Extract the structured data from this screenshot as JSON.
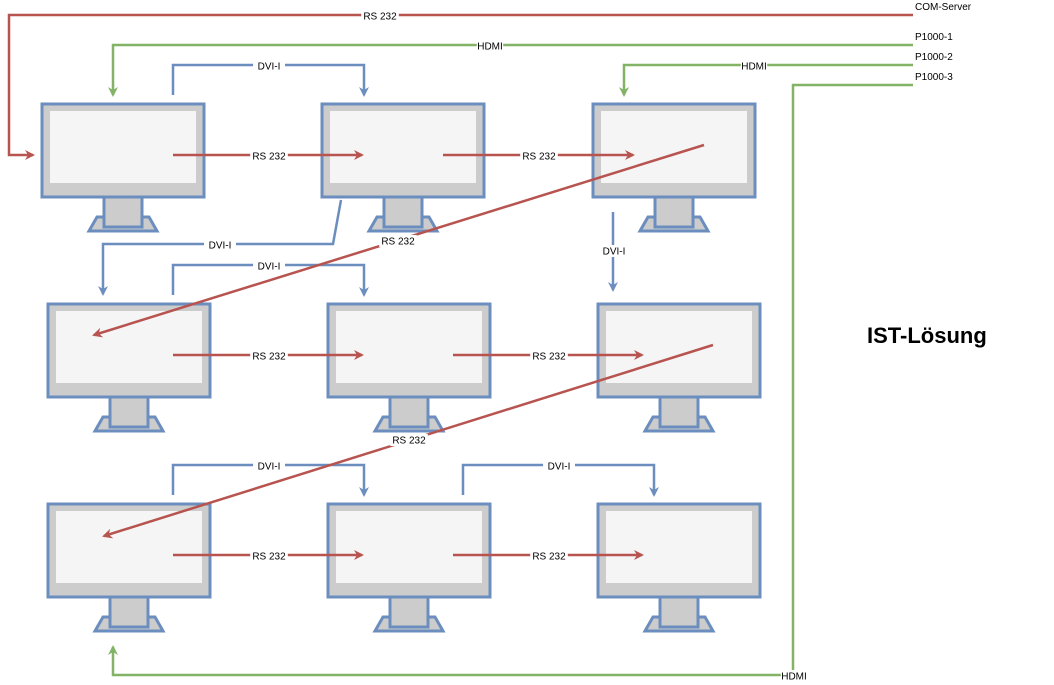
{
  "title": "IST-Lösung",
  "colors": {
    "rs232": "#b85450",
    "dvi": "#6c8ebf",
    "hdmi": "#82b366",
    "monitor_frame": "#6c8ebf",
    "monitor_screen": "#f5f5f5",
    "monitor_stand": "#cccccc"
  },
  "sources": {
    "com_server": "COM-Server",
    "p1000_1": "P1000-1",
    "p1000_2": "P1000-2",
    "p1000_3": "P1000-3"
  },
  "labels": {
    "rs232": "RS 232",
    "dvi": "DVI-I",
    "hdmi": "HDMI"
  },
  "monitors": [
    {
      "row": 1,
      "col": 1
    },
    {
      "row": 1,
      "col": 2
    },
    {
      "row": 1,
      "col": 3
    },
    {
      "row": 2,
      "col": 1
    },
    {
      "row": 2,
      "col": 2
    },
    {
      "row": 2,
      "col": 3
    },
    {
      "row": 3,
      "col": 1
    },
    {
      "row": 3,
      "col": 2
    },
    {
      "row": 3,
      "col": 3
    }
  ]
}
